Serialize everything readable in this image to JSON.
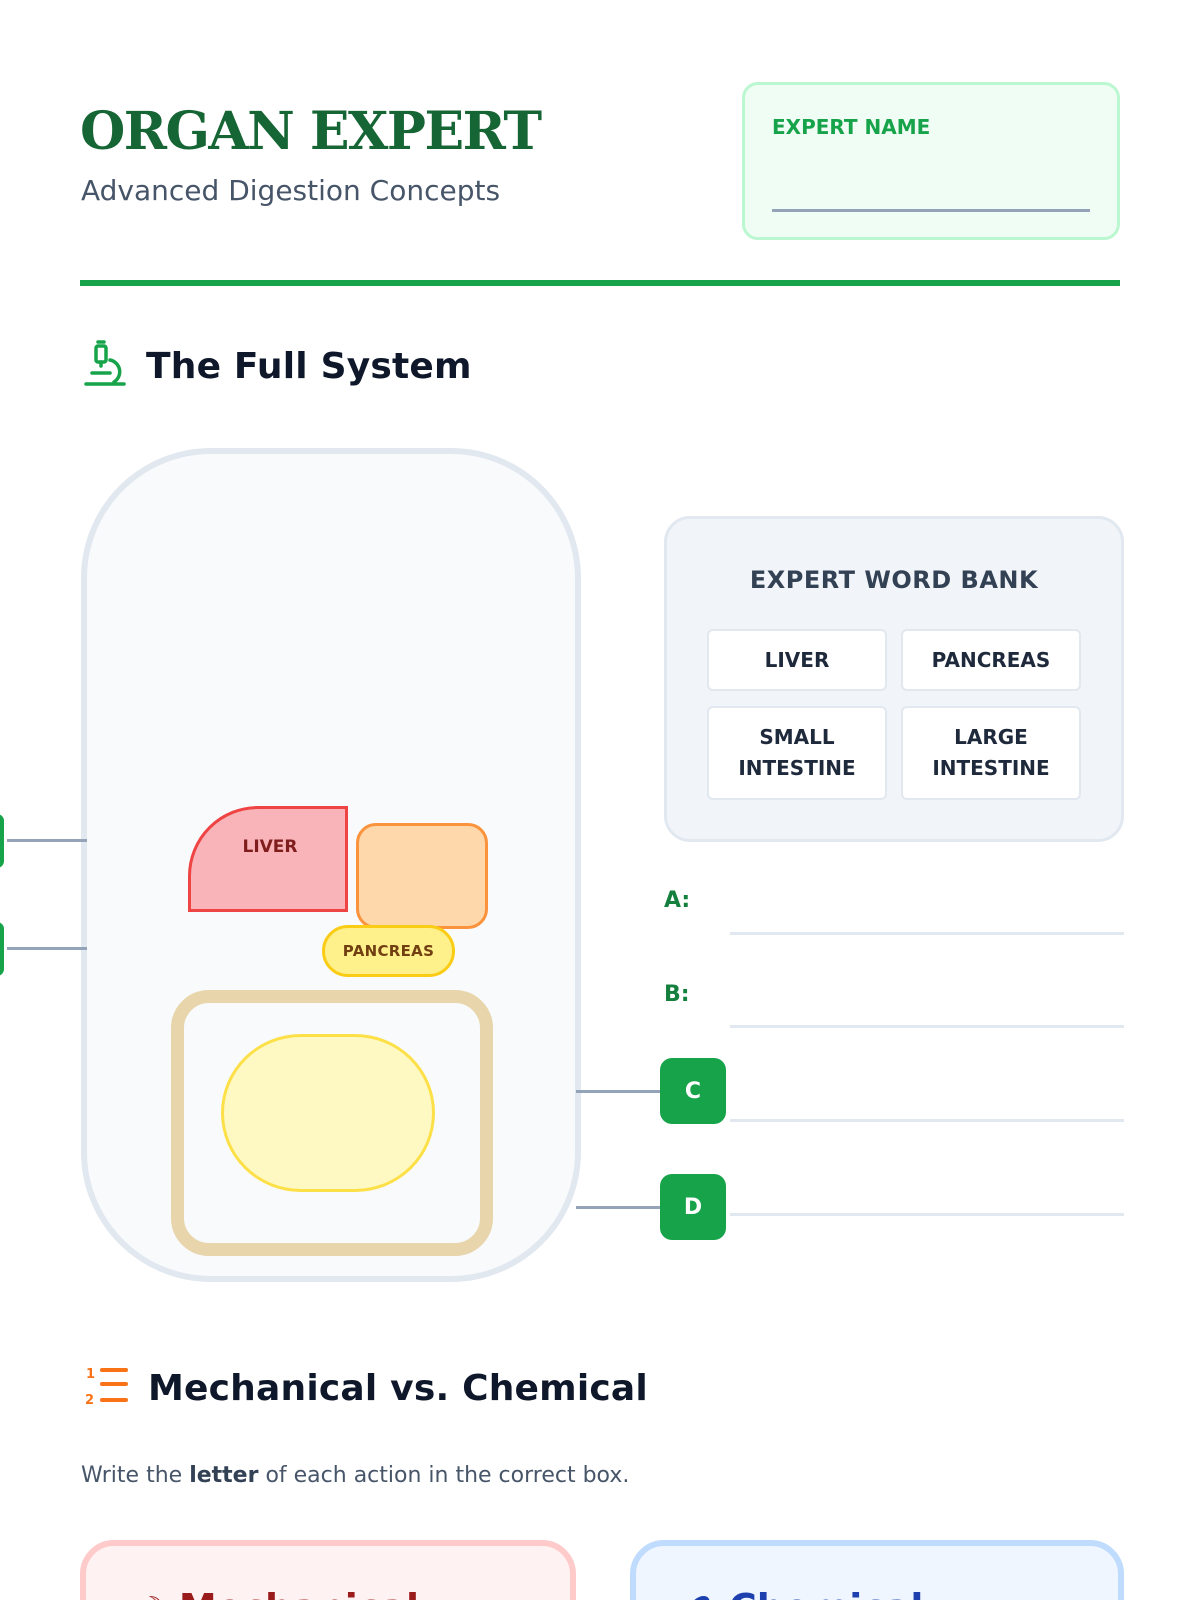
{
  "header": {
    "title": "ORGAN EXPERT",
    "subtitle": "Advanced Digestion Concepts",
    "name_box": {
      "label": "EXPERT NAME",
      "value": ""
    }
  },
  "colors": {
    "brand_green": "#16a34a",
    "title_green": "#166534",
    "liver": "#f8b4b8",
    "stomach": "#fed7aa",
    "pancreas": "#fef08a",
    "large_intestine": "#e8d5ab",
    "small_intestine": "#fef9c3",
    "mechanical": "#fef2f2",
    "chemical": "#eff6ff"
  },
  "section1": {
    "icon": "microscope-icon",
    "title": "The Full System",
    "diagram": {
      "labels": {
        "liver": "LIVER",
        "pancreas": "PANCREAS"
      },
      "left_tags": [
        "",
        ""
      ]
    },
    "word_bank": {
      "heading": "EXPERT WORD BANK",
      "words": [
        "LIVER",
        "PANCREAS",
        "SMALL INTESTINE",
        "LARGE INTESTINE"
      ]
    },
    "answers": [
      {
        "letter": "A:",
        "value": ""
      },
      {
        "letter": "B:",
        "value": ""
      },
      {
        "letter": "C",
        "value": ""
      },
      {
        "letter": "D",
        "value": ""
      }
    ]
  },
  "section2": {
    "icon": "numbered-list-icon",
    "title": "Mechanical vs. Chemical",
    "instruction_pre": "Write the ",
    "instruction_bold": "letter",
    "instruction_post": " of each action in the correct box.",
    "cards": [
      {
        "icon": "tooth-icon",
        "glyph": "☽",
        "title": "Mechanical"
      },
      {
        "icon": "flask-icon",
        "glyph": "⚗",
        "title": "Chemical"
      }
    ]
  }
}
